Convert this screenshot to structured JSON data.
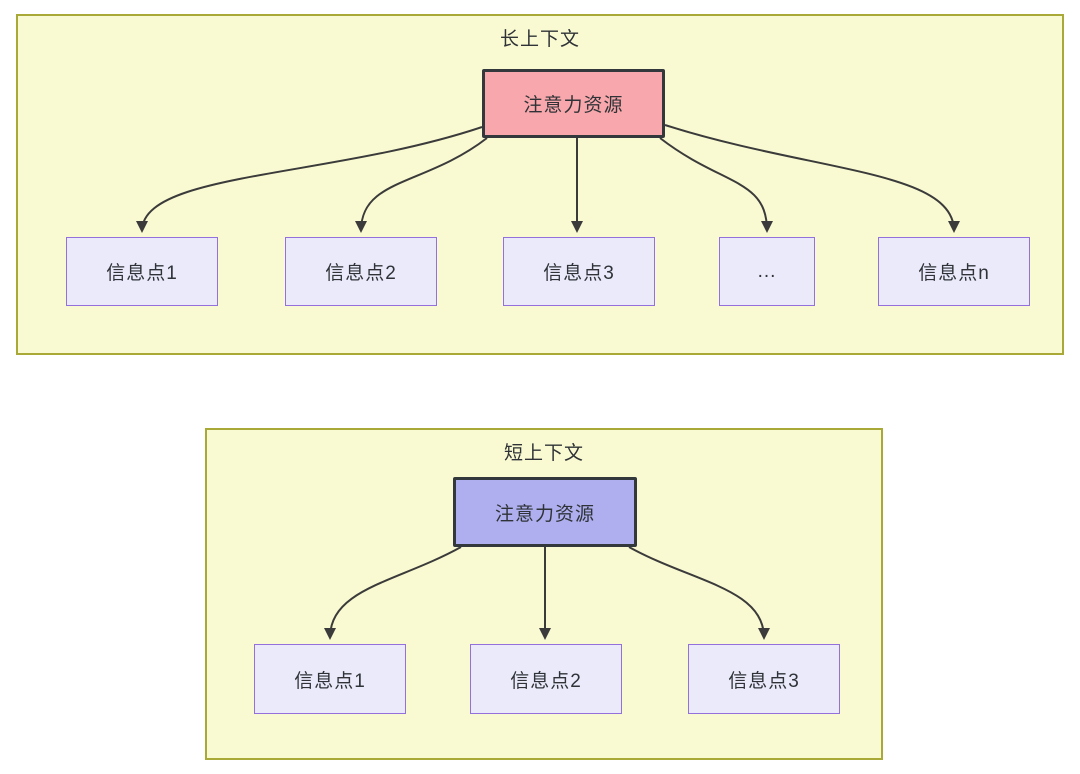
{
  "diagram": {
    "long_context": {
      "title": "长上下文",
      "source": {
        "label": "注意力资源"
      },
      "nodes": [
        {
          "label": "信息点1"
        },
        {
          "label": "信息点2"
        },
        {
          "label": "信息点3"
        },
        {
          "label": "..."
        },
        {
          "label": "信息点n"
        }
      ]
    },
    "short_context": {
      "title": "短上下文",
      "source": {
        "label": "注意力资源"
      },
      "nodes": [
        {
          "label": "信息点1"
        },
        {
          "label": "信息点2"
        },
        {
          "label": "信息点3"
        }
      ]
    },
    "colors": {
      "panel_fill": "#FAFAD2",
      "panel_border": "#A9A938",
      "node_fill": "#EAEAFB",
      "node_border": "#9370DB",
      "source_border": "#33383D",
      "source_long_fill": "#F8A8AC",
      "source_short_fill": "#AFAFEF",
      "arrow": "#3B3B3B",
      "text": "#2F3337"
    }
  }
}
